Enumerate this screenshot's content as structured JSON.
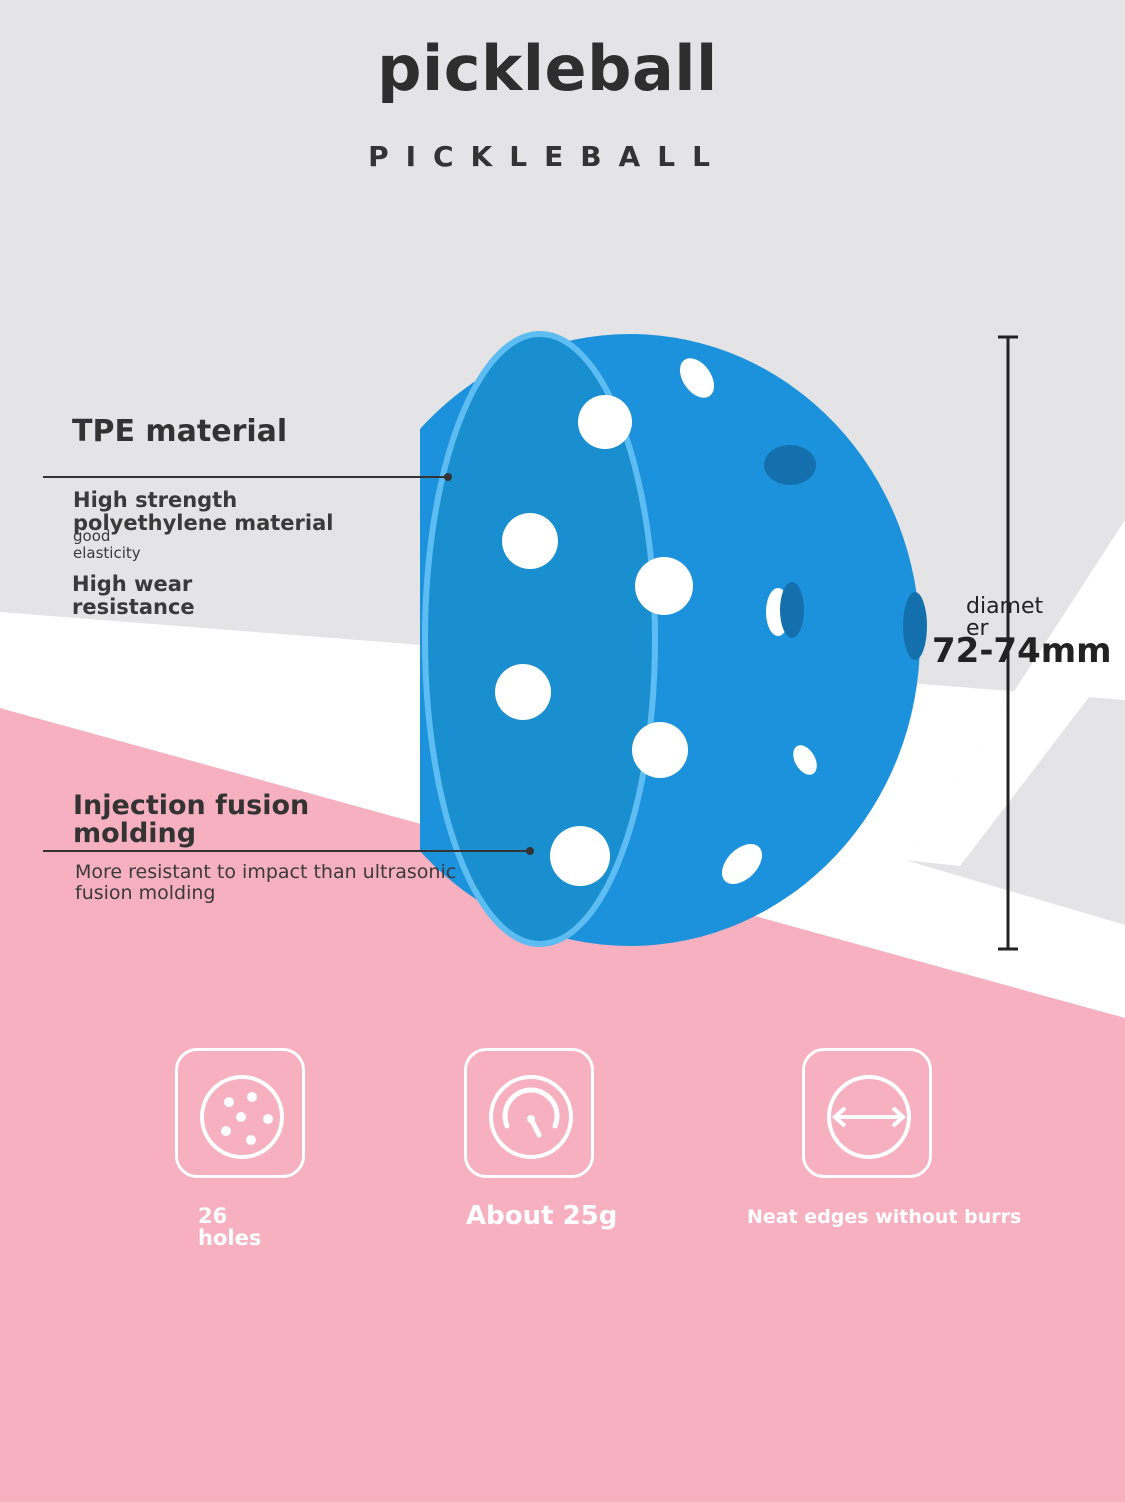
{
  "header": {
    "title": "pickleball",
    "subtitle": "PICKLEBALL"
  },
  "features": {
    "material_heading": "TPE material",
    "material_line1": "High strength",
    "material_line2": "polyethylene material",
    "elastic_line1": "good",
    "elastic_line2": "elasticity",
    "wear_line1": "High wear",
    "wear_line2": "resistance",
    "molding_line1": "Injection fusion",
    "molding_line2": "molding",
    "molding_desc1": "More resistant to impact than ultrasonic",
    "molding_desc2": "fusion molding"
  },
  "diameter": {
    "label_line1": "diamet",
    "label_line2": "er",
    "value": "72-74mm"
  },
  "specs": [
    {
      "icon": "holes-ball-icon",
      "line1": "26",
      "line2": "holes"
    },
    {
      "icon": "weight-gauge-icon",
      "line1": "About 25g"
    },
    {
      "icon": "diameter-circle-icon",
      "line1": "Neat edges without burrs"
    }
  ],
  "colors": {
    "ball": "#1e8ed6",
    "background_top": "#e4e3e5",
    "background_bottom": "#f6b0c0",
    "stripe": "#ffffff",
    "text": "#333333"
  }
}
